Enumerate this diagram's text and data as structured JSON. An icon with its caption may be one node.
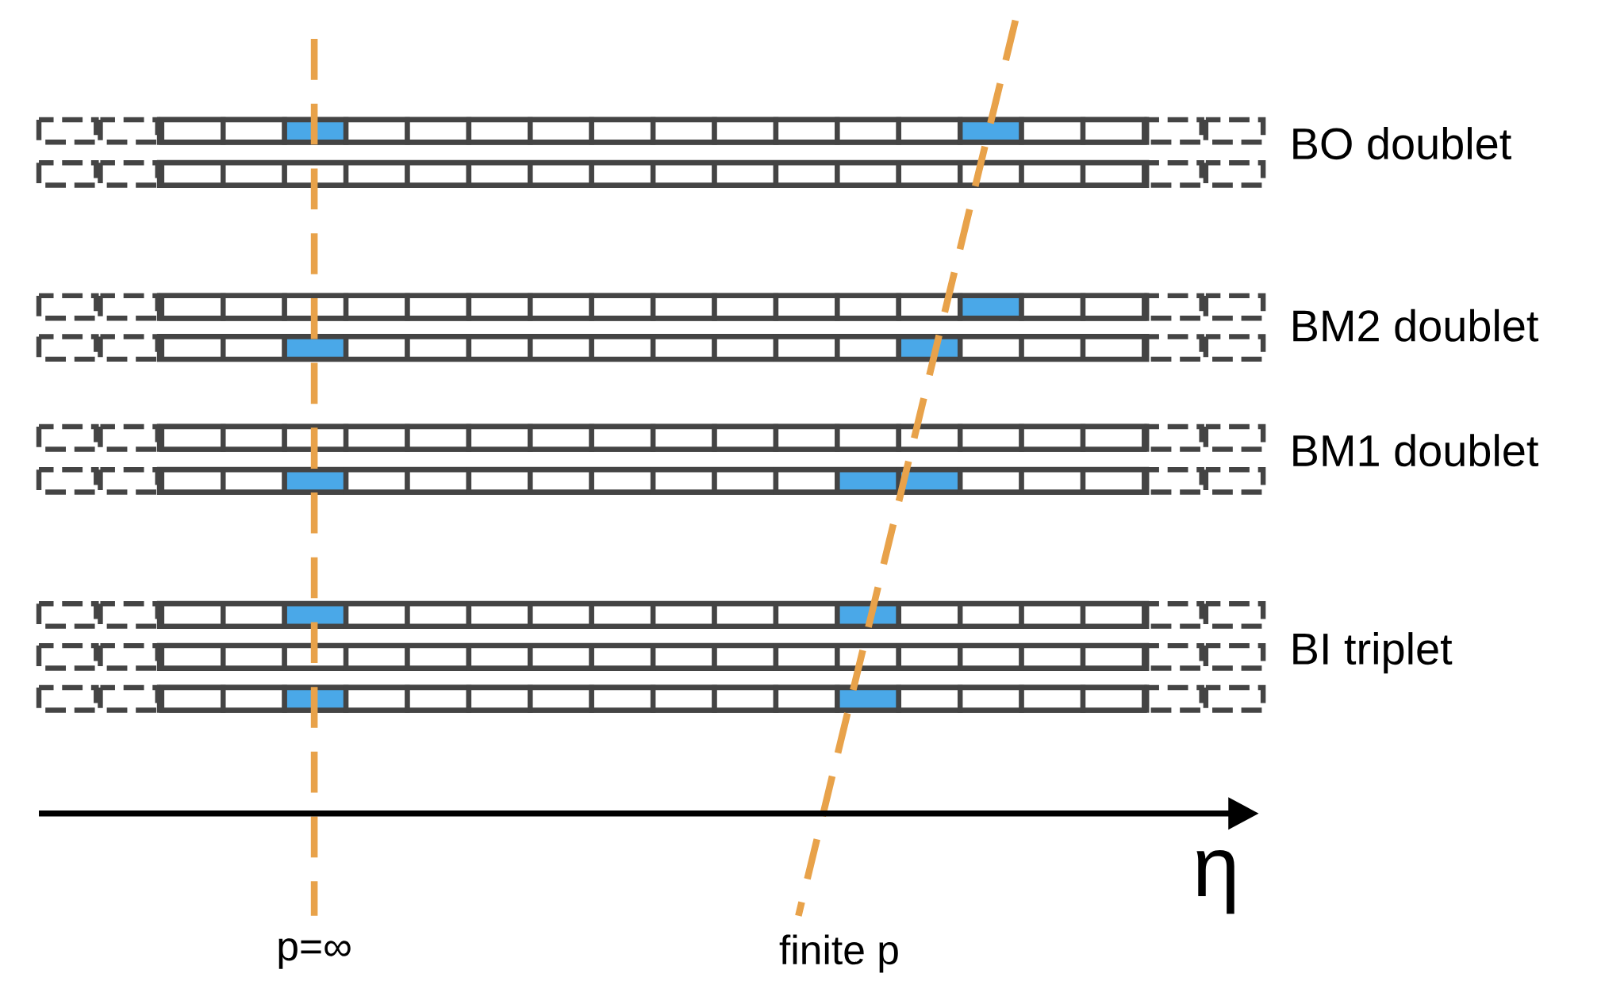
{
  "diagram": {
    "labels": [
      "BO doublet",
      "BM2 doublet",
      "BM1 doublet",
      "BI triplet",
      "η",
      "p=∞",
      "finite p"
    ]
  }
}
